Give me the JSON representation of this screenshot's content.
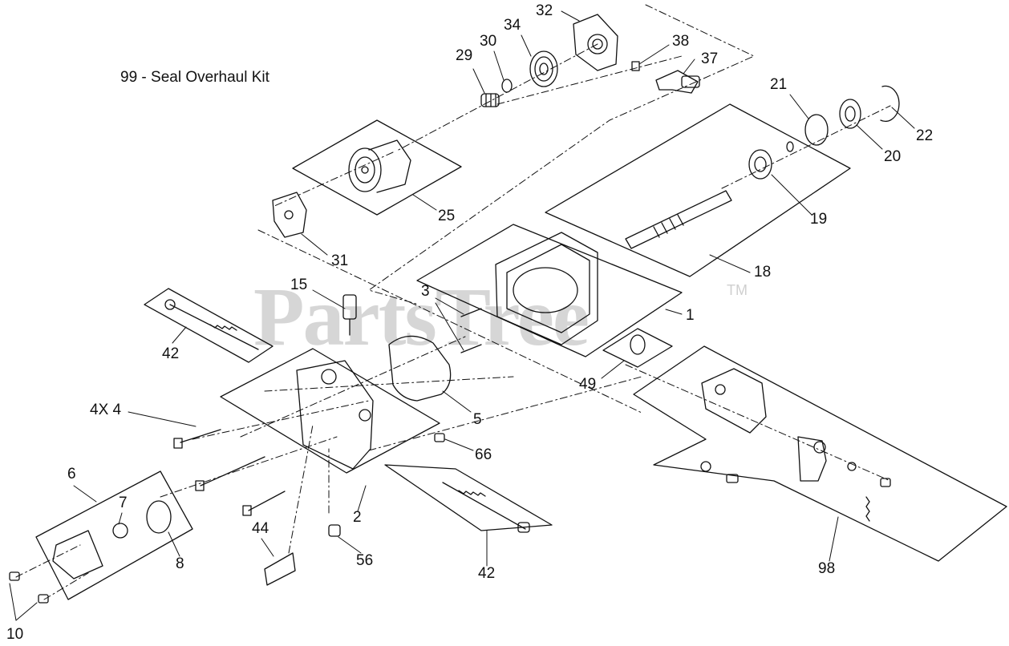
{
  "watermark": {
    "text": "PartsTree",
    "tm": "TM"
  },
  "kit": {
    "text": "99 - Seal Overhaul Kit"
  },
  "labels": {
    "l32": "32",
    "l34": "34",
    "l30": "30",
    "l29": "29",
    "l38": "38",
    "l37": "37",
    "l21": "21",
    "l22": "22",
    "l20": "20",
    "l19": "19",
    "l25": "25",
    "l31": "31",
    "l18": "18",
    "l15": "15",
    "l3": "3",
    "l1": "1",
    "l42a": "42",
    "l49": "49",
    "l5": "5",
    "l4x4": "4X 4",
    "l66": "66",
    "l6": "6",
    "l7": "7",
    "l8": "8",
    "l2": "2",
    "l44": "44",
    "l56": "56",
    "l42b": "42",
    "l98": "98",
    "l10": "10"
  }
}
